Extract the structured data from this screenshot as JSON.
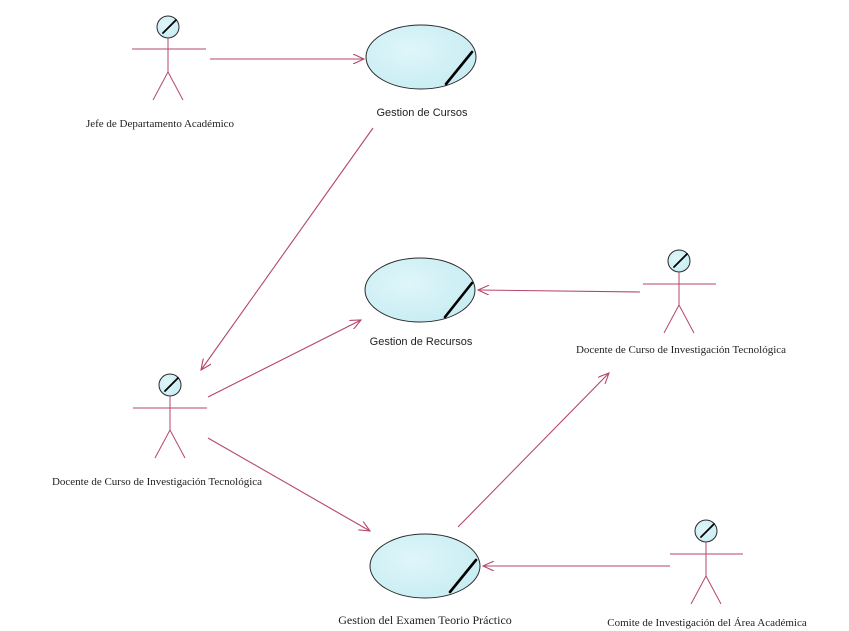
{
  "colors": {
    "element_fill": "#c6ecf2",
    "element_outline": "#2a2a2a",
    "association_line": "#b5476a"
  },
  "actors": {
    "jefe": {
      "label": "Jefe de Departamento Académico"
    },
    "docente_left": {
      "label": "Docente de Curso de Investigación Tecnológica"
    },
    "docente_right": {
      "label": "Docente de Curso de Investigación Tecnológica"
    },
    "comite": {
      "label": "Comite de Investigación del Área Académica"
    }
  },
  "use_cases": {
    "cursos": {
      "label": "Gestion de Cursos"
    },
    "recursos": {
      "label": "Gestion de Recursos"
    },
    "examen": {
      "label": "Gestion del Examen Teorio Práctico"
    }
  }
}
